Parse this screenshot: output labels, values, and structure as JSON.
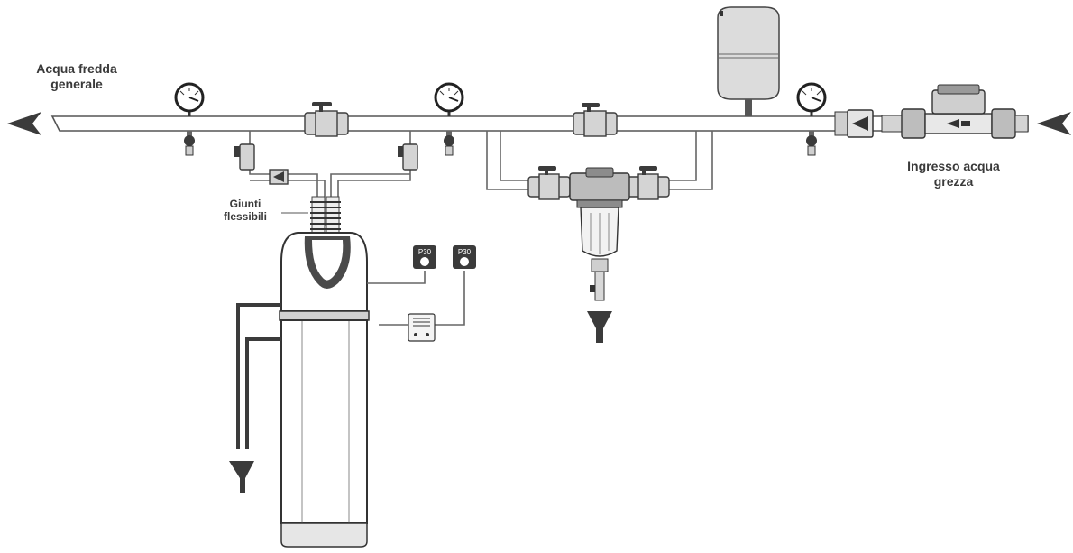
{
  "labels": {
    "outlet": "Acqua fredda\ngenerale",
    "inlet": "Ingresso acqua\ngrezza",
    "flex": "Giunti\nflessibili"
  },
  "controller_display": "P30",
  "colors": {
    "pipe_stroke": "#555555",
    "fitting_fill": "#d4d4d4",
    "dark_parts": "#3b3b3b",
    "label_text": "#3a3a3a",
    "background": "#ffffff"
  },
  "icons": [
    "arrow-left-icon",
    "pressure-gauge-icon",
    "ball-valve-icon",
    "drain-valve-icon",
    "check-valve-icon",
    "funnel-drain-icon",
    "water-meter-icon",
    "expansion-tank-icon",
    "sediment-filter-icon",
    "water-softener-icon",
    "power-socket-icon",
    "timer-controller-icon"
  ]
}
